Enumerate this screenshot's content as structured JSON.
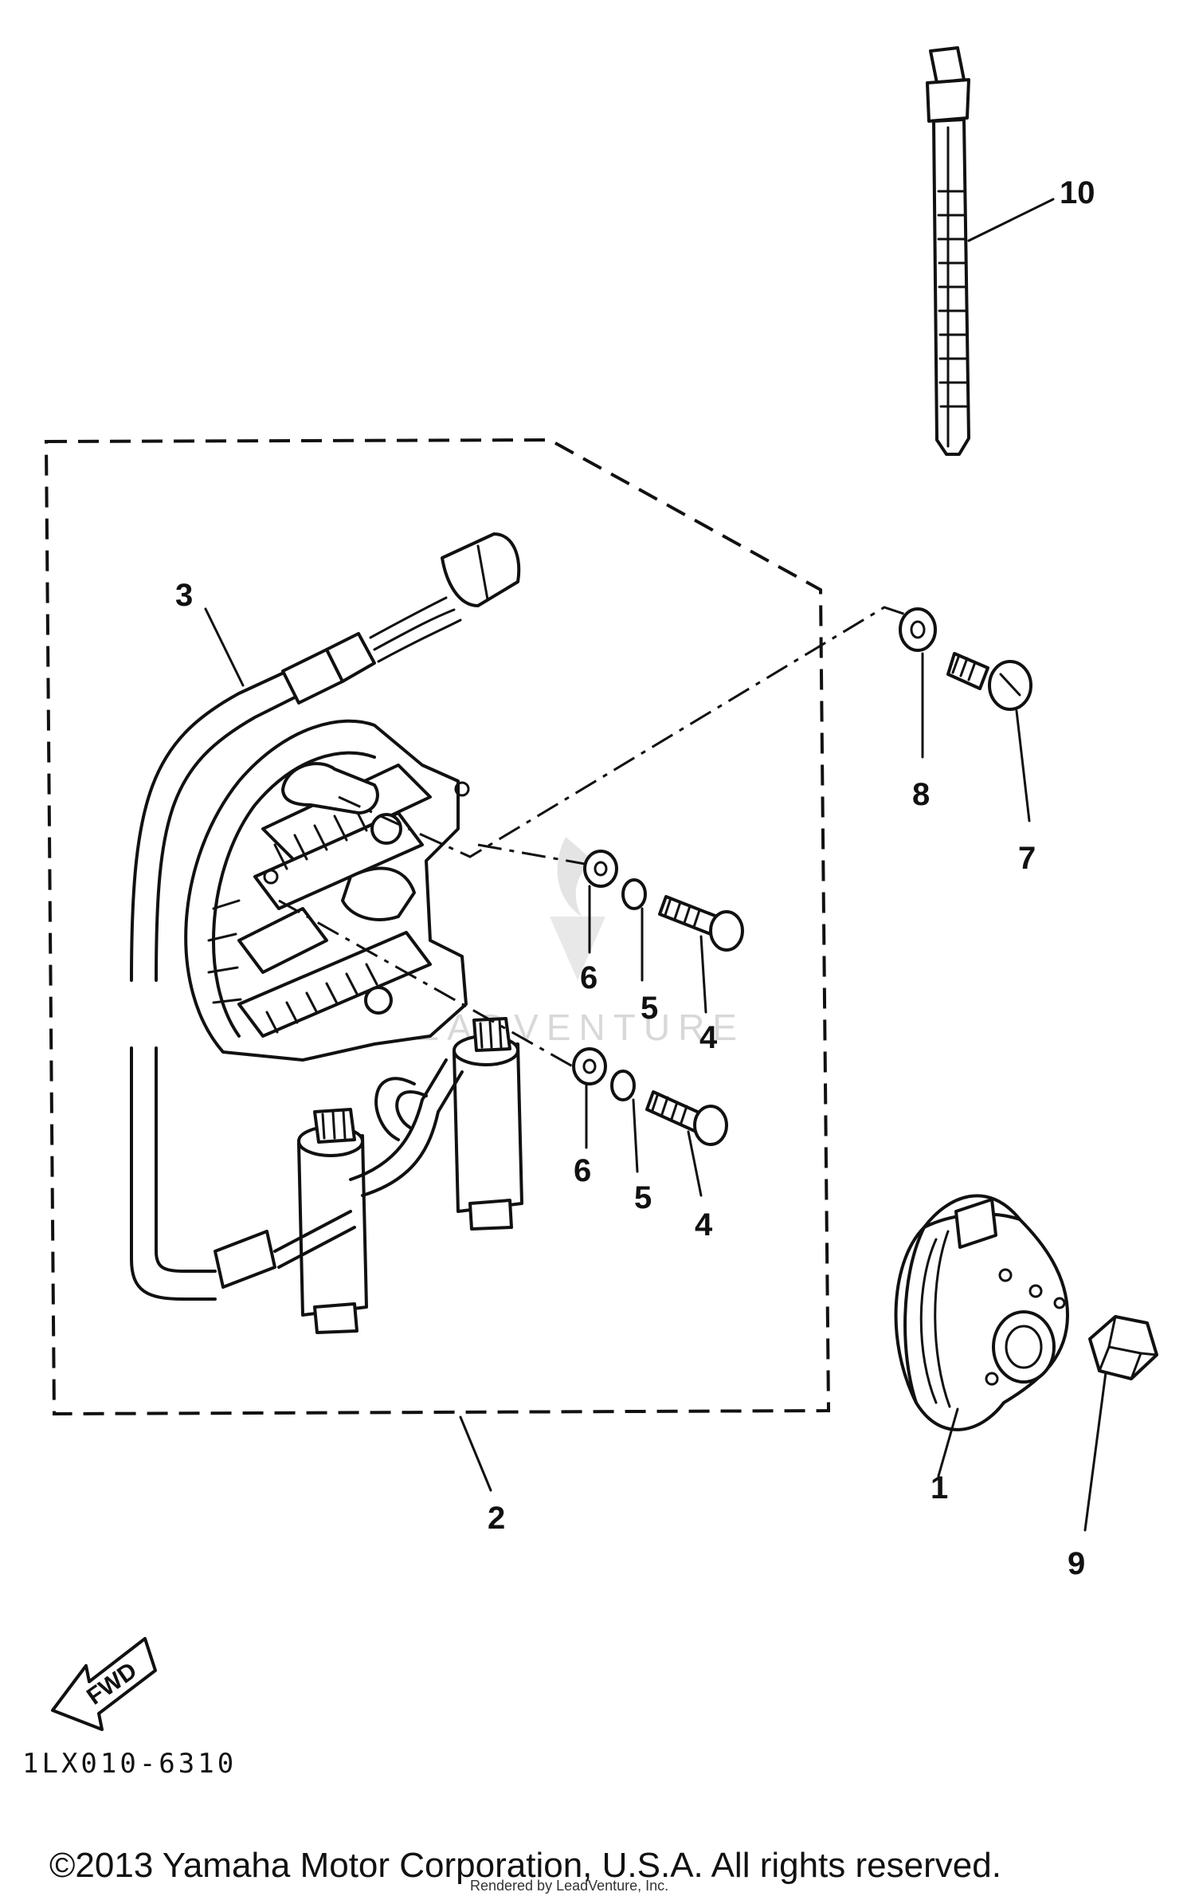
{
  "callouts": {
    "c1": "1",
    "c2": "2",
    "c3": "3",
    "c4a": "4",
    "c4b": "4",
    "c5a": "5",
    "c5b": "5",
    "c6a": "6",
    "c6b": "6",
    "c7": "7",
    "c8": "8",
    "c9": "9",
    "c10": "10"
  },
  "direction_arrow": {
    "label": "FWD",
    "icon": "fwd-arrow-icon"
  },
  "diagram_code": "1LX010-6310",
  "watermark": "LEADVENTURE",
  "copyright": "©2013 Yamaha Motor Corporation, U.S.A. All rights reserved.",
  "rendered_by": "Rendered by LeadVenture, Inc."
}
